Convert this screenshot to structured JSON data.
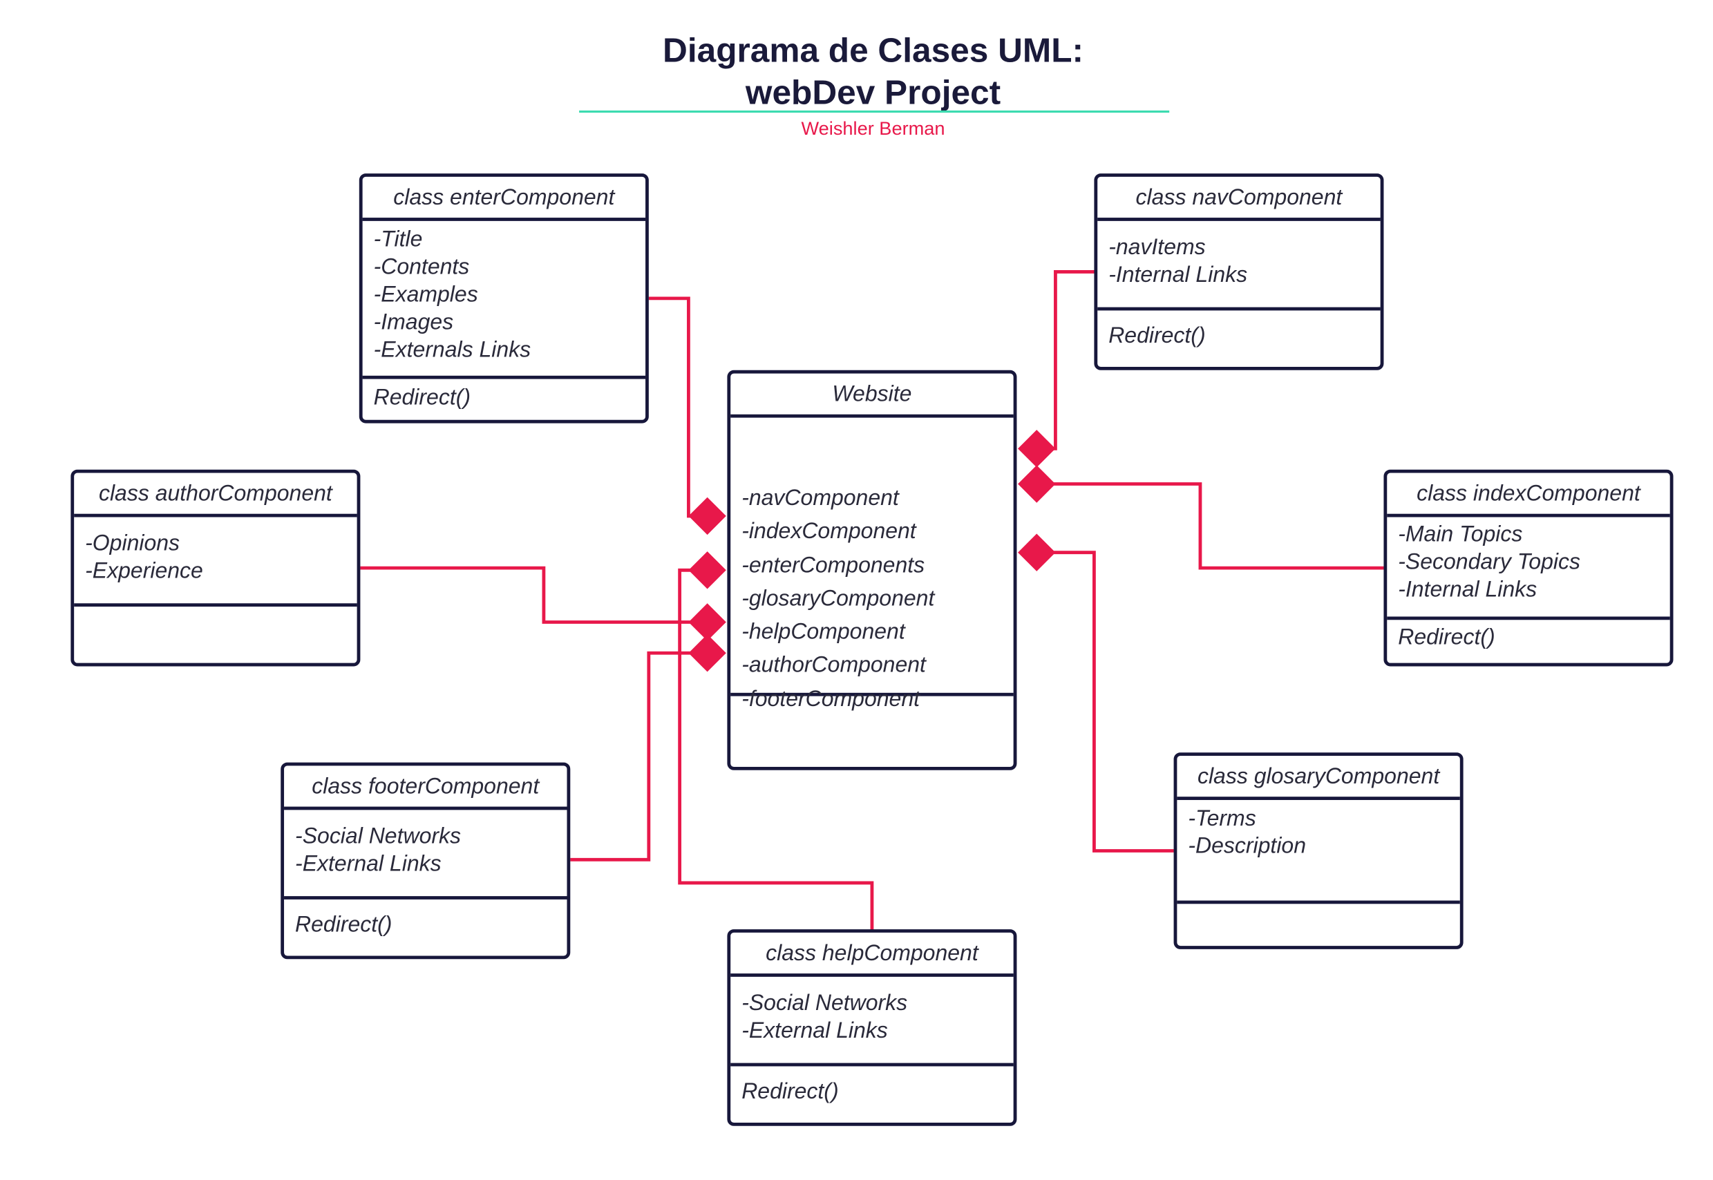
{
  "title": {
    "line1": "Diagrama de Clases UML:",
    "line2": "webDev Project"
  },
  "author": "Weishler Berman",
  "colors": {
    "accent": "#e8184a",
    "border": "#17173b",
    "underline": "#3ddbb0"
  },
  "classes": {
    "website": {
      "name": "Website",
      "attributes": [
        "-navComponent",
        "-indexComponent",
        "-enterComponents",
        "-glosaryComponent",
        "-helpComponent",
        "-authorComponent",
        "-footerComponent"
      ],
      "methods": []
    },
    "enter": {
      "name": "class enterComponent",
      "attributes": [
        "-Title",
        "-Contents",
        "-Examples",
        "-Images",
        "-Externals Links"
      ],
      "methods": [
        "Redirect()"
      ]
    },
    "nav": {
      "name": "class navComponent",
      "attributes": [
        "-navItems",
        "-Internal Links"
      ],
      "methods": [
        "Redirect()"
      ]
    },
    "author": {
      "name": "class authorComponent",
      "attributes": [
        "-Opinions",
        "-Experience"
      ],
      "methods": []
    },
    "index": {
      "name": "class indexComponent",
      "attributes": [
        "-Main Topics",
        "-Secondary Topics",
        "-Internal Links"
      ],
      "methods": [
        "Redirect()"
      ]
    },
    "footer": {
      "name": "class footerComponent",
      "attributes": [
        "-Social Networks",
        "-External Links"
      ],
      "methods": [
        "Redirect()"
      ]
    },
    "glosary": {
      "name": "class glosaryComponent",
      "attributes": [
        "-Terms",
        "-Description"
      ],
      "methods": []
    },
    "help": {
      "name": "class helpComponent",
      "attributes": [
        "-Social Networks",
        "-External Links"
      ],
      "methods": [
        "Redirect()"
      ]
    }
  }
}
